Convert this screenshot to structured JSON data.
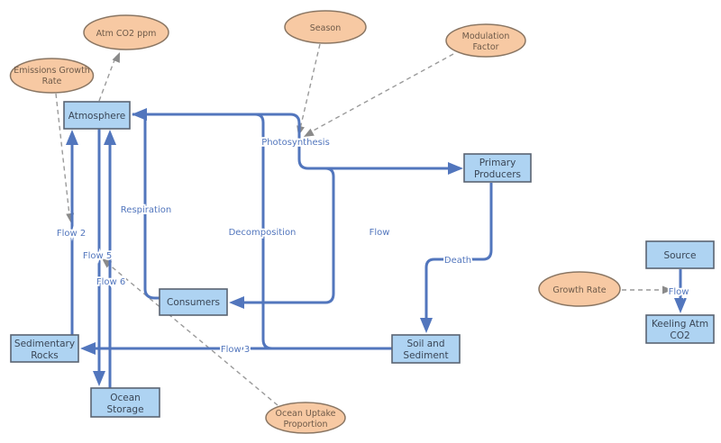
{
  "stocks": {
    "atmosphere": {
      "label": "Atmosphere"
    },
    "primary_producers": {
      "label_line1": "Primary",
      "label_line2": "Producers"
    },
    "consumers": {
      "label": "Consumers"
    },
    "soil_and_sediment": {
      "label_line1": "Soil and",
      "label_line2": "Sediment"
    },
    "sedimentary_rocks": {
      "label_line1": "Sedimentary",
      "label_line2": "Rocks"
    },
    "ocean_storage": {
      "label_line1": "Ocean",
      "label_line2": "Storage"
    },
    "source": {
      "label": "Source"
    },
    "keeling_atm_co2": {
      "label_line1": "Keeling Atm",
      "label_line2": "CO2"
    }
  },
  "converters": {
    "atm_co2_ppm": {
      "label": "Atm CO2 ppm"
    },
    "emissions_growth_rate": {
      "label_line1": "Emissions Growth",
      "label_line2": "Rate"
    },
    "season": {
      "label": "Season"
    },
    "modulation_factor": {
      "label_line1": "Modulation",
      "label_line2": "Factor"
    },
    "growth_rate": {
      "label": "Growth Rate"
    },
    "ocean_uptake_proportion": {
      "label_line1": "Ocean Uptake",
      "label_line2": "Proportion"
    }
  },
  "flows": {
    "photosynthesis": {
      "label": "Photosynthesis"
    },
    "respiration": {
      "label": "Respiration"
    },
    "decomposition": {
      "label": "Decomposition"
    },
    "flow": {
      "label": "Flow"
    },
    "death": {
      "label": "Death"
    },
    "flow_2": {
      "label": "Flow 2"
    },
    "flow_5": {
      "label": "Flow 5"
    },
    "flow_6": {
      "label": "Flow 6"
    },
    "flow_3": {
      "label": "Flow 3"
    },
    "source_flow": {
      "label": "Flow"
    }
  },
  "colors": {
    "background": "#ffffff",
    "stock_fill": "#aed3f2",
    "stock_border": "#5a6472",
    "stock_text": "#3a4656",
    "converter_fill": "#f7c9a3",
    "converter_border": "#8a7663",
    "converter_text": "#6e5a49",
    "pipe_blue": "#5276bd",
    "flow_label_blue": "#5276bd",
    "connector_gray": "#9a9a9a"
  }
}
